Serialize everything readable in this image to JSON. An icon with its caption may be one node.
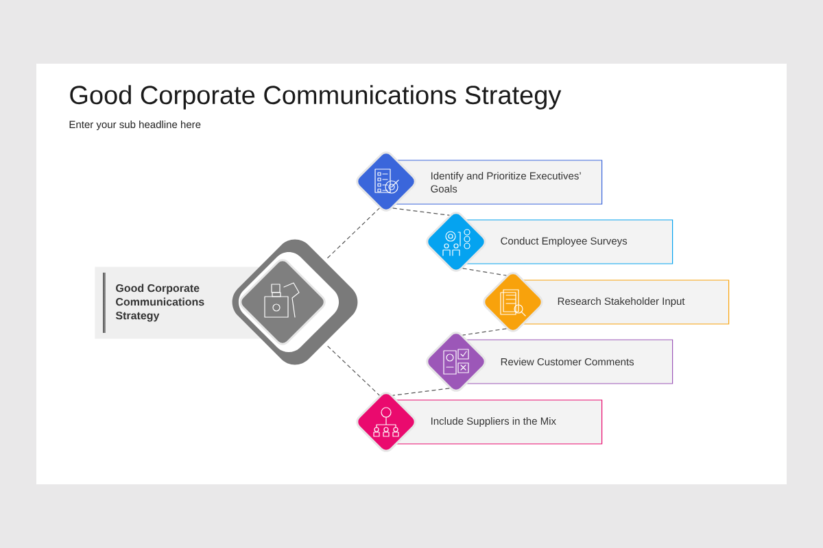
{
  "diagram": {
    "title": "Good Corporate Communications Strategy",
    "nodes": [
      {
        "text": [
          "Good Corporate Communications Strategy"
        ]
      },
      {
        "text": [],
        "shape": "diamond"
      },
      {
        "text": [],
        "shape": "diamond"
      },
      {
        "text": [
          "Identify and Prioritize Executives’ Goals"
        ]
      },
      {
        "text": [],
        "shape": "diamond"
      },
      {
        "text": [
          "Conduct Employee Surveys"
        ]
      },
      {
        "text": [],
        "shape": "diamond"
      },
      {
        "text": [
          "Research Stakeholder Input"
        ]
      },
      {
        "text": [],
        "shape": "diamond"
      },
      {
        "text": [
          "Review Customer Comments"
        ]
      },
      {
        "text": [],
        "shape": "diamond"
      },
      {
        "text": [
          "Include Suppliers in the Mix"
        ]
      }
    ],
    "edges": [
      {
        "from": 1,
        "to": 2,
        "arrow": "none",
        "style": "dashed"
      },
      {
        "from": 2,
        "to": 4,
        "arrow": "none",
        "style": "dashed"
      },
      {
        "from": 4,
        "to": 6,
        "arrow": "none",
        "style": "dashed"
      },
      {
        "from": 6,
        "to": 8,
        "arrow": "none",
        "style": "dashed"
      },
      {
        "from": 8,
        "to": 10,
        "arrow": "none",
        "style": "dashed"
      },
      {
        "from": 1,
        "to": 10,
        "arrow": "none",
        "style": "dashed"
      }
    ],
    "labels": [
      "Enter your sub headline here"
    ]
  }
}
